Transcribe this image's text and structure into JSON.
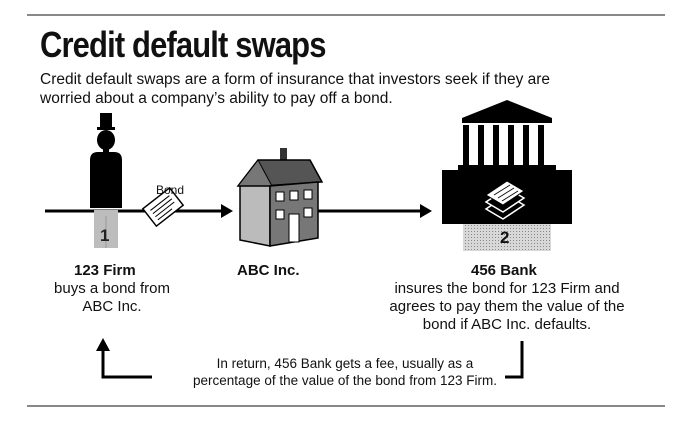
{
  "title": "Credit default swaps",
  "subtitle": {
    "line1": "Credit default swaps are a form of insurance that investors seek if they are",
    "line2": "worried about a company’s ability to pay off a bond."
  },
  "bond_label": "Bond",
  "firm": {
    "step": "1",
    "name": "123 Firm",
    "desc_line1": "buys a bond from",
    "desc_line2": "ABC Inc."
  },
  "company": {
    "name": "ABC Inc."
  },
  "bank": {
    "step": "2",
    "name": "456 Bank",
    "desc_line1": "insures the bond for 123 Firm and",
    "desc_line2": "agrees to pay them the value of the",
    "desc_line3": "bond if ABC Inc. defaults."
  },
  "footnote": {
    "line1": "In return, 456 Bank gets a fee, usually as a",
    "line2": "percentage of the value of the bond from 123 Firm."
  },
  "icons": [
    "investor-icon",
    "bond-icon",
    "house-icon",
    "bank-icon",
    "stacked-bonds-icon"
  ]
}
